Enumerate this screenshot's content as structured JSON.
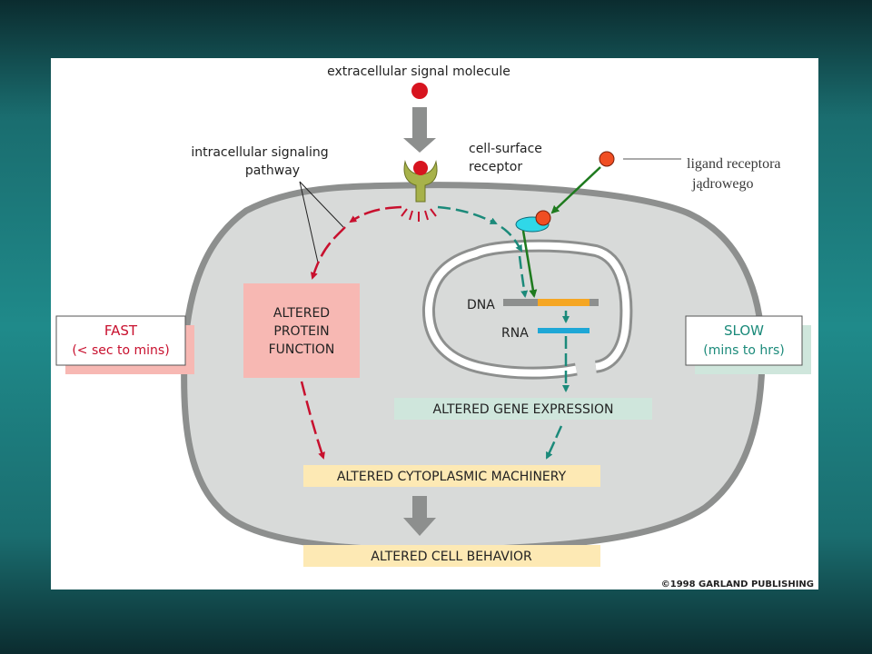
{
  "labels": {
    "signal_molecule": "extracellular signal molecule",
    "intracellular_line1": "intracellular signaling",
    "intracellular_line2": "pathway",
    "receptor_line1": "cell-surface",
    "receptor_line2": "receptor",
    "ligand_line1": "ligand receptora",
    "ligand_line2": "jądrowego",
    "dna": "DNA",
    "rna": "RNA"
  },
  "boxes": {
    "altered_protein_line1": "ALTERED",
    "altered_protein_line2": "PROTEIN",
    "altered_protein_line3": "FUNCTION",
    "altered_gene_expression": "ALTERED GENE EXPRESSION",
    "altered_cytoplasmic": "ALTERED CYTOPLASMIC MACHINERY",
    "altered_cell_behavior": "ALTERED CELL BEHAVIOR"
  },
  "fast": {
    "title": "FAST",
    "sub": "(< sec to mins)"
  },
  "slow": {
    "title": "SLOW",
    "sub": "(mins to hrs)"
  },
  "copyright": "©1998 GARLAND PUBLISHING",
  "colors": {
    "fast_red": "#c8102e",
    "slow_teal": "#1b8a7a",
    "ligand_arrow_green": "#1e7a1e",
    "cell_fill": "#d8dad9",
    "cell_border": "#8d8f8e",
    "gene_box": "#cfe6dc",
    "yellow_box": "#fde9b4",
    "pink_box": "#f7b8b3",
    "dna_orange": "#f5a623",
    "rna_blue": "#1ea7d6"
  }
}
